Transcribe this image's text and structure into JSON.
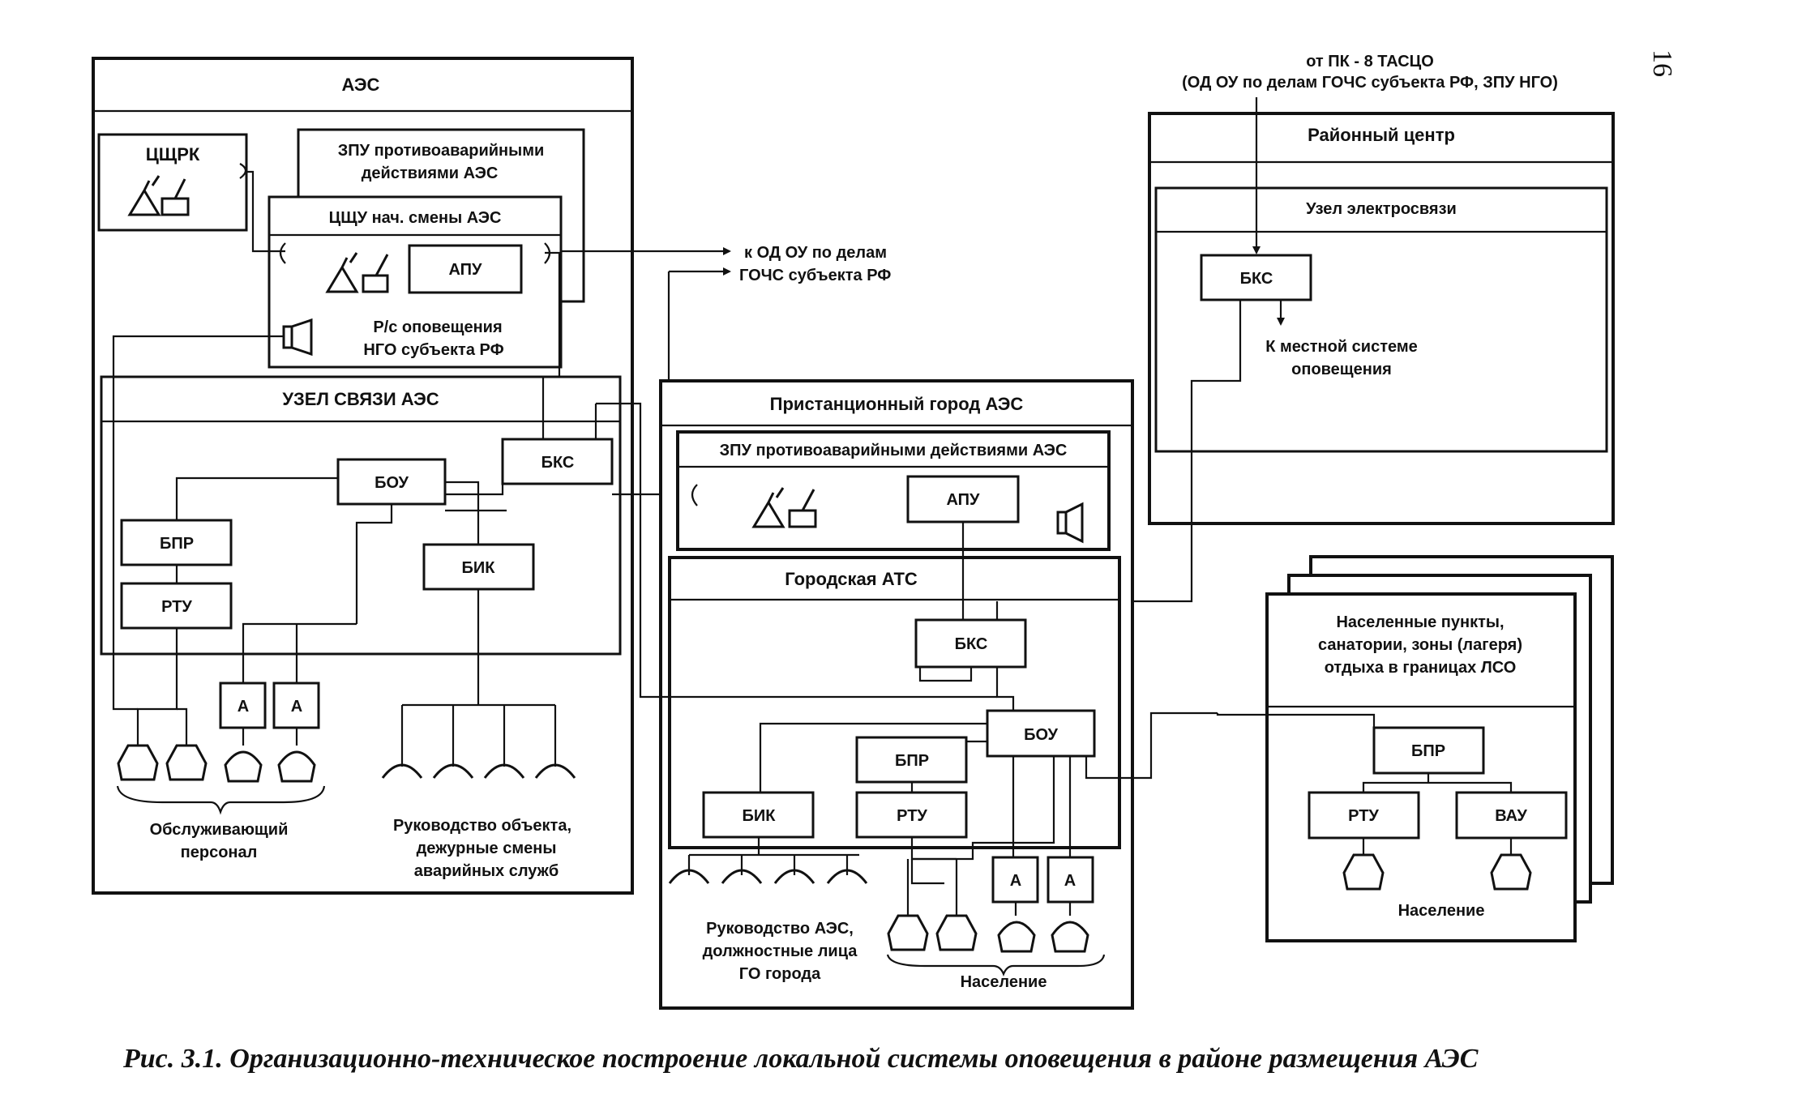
{
  "page_number": "16",
  "caption": "Рис. 3.1. Организационно-техническое построение локальной системы оповещения в районе размещения АЭС",
  "aes": {
    "title": "АЭС",
    "cshrk": "ЦЩРК",
    "zpu_line1": "ЗПУ противоаварийными",
    "zpu_line2": "действиями АЭС",
    "cshu": "ЦЩУ нач. смены АЭС",
    "apu": "АПУ",
    "rs_line1": "Р/с оповещения",
    "rs_line2": "НГО субъекта РФ",
    "node_title": "УЗЕЛ  СВЯЗИ АЭС",
    "bou": "БОУ",
    "bks": "БКС",
    "bpr": "БПР",
    "rtu": "РТУ",
    "bik": "БИК",
    "amp1": "А",
    "amp2": "А",
    "staff_line1": "Обслуживающий",
    "staff_line2": "персонал",
    "mgmt_line1": "Руководство объекта,",
    "mgmt_line2": "дежурные смены",
    "mgmt_line3": "аварийных служб"
  },
  "to_od_line1": "к ОД ОУ по делам",
  "to_od_line2": "ГОЧС субъекта РФ",
  "from_top_line1": "от  ПК - 8 ТАСЦО",
  "from_top_line2": "(ОД ОУ по делам ГОЧС субъекта РФ, ЗПУ НГО)",
  "district": {
    "title": "Районный центр",
    "node": "Узел электросвязи",
    "bks": "БКС",
    "local_line1": "К местной системе",
    "local_line2": "оповещения"
  },
  "city": {
    "title": "Пристанционный город АЭС",
    "zpu": "ЗПУ противоаварийными действиями АЭС",
    "apu": "АПУ",
    "ats": "Городская АТС",
    "bks": "БКС",
    "bou": "БОУ",
    "bpr": "БПР",
    "rtu": "РТУ",
    "bik": "БИК",
    "amp1": "А",
    "amp2": "А",
    "mgmt_line1": "Руководство АЭС,",
    "mgmt_line2": "должностные лица",
    "mgmt_line3": "ГО города",
    "population": "Население"
  },
  "settlements": {
    "title_line1": "Населенные пункты,",
    "title_line2": "санатории, зоны (лагеря)",
    "title_line3": "отдыха в границах ЛСО",
    "bpr": "БПР",
    "rtu": "РТУ",
    "vau": "ВАУ",
    "population": "Население"
  }
}
